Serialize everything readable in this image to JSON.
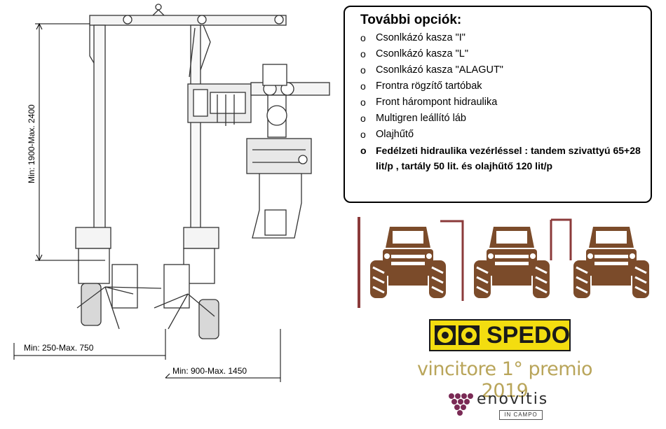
{
  "options": {
    "title": "További opciók:",
    "items": [
      "Csonlkázó kasza \"I\"",
      "Csonlkázó kasza \"L\"",
      "Csonlkázó kasza \"ALAGUT\"",
      "Frontra rögzítő tartóbak",
      "Front hárompont hidraulika",
      "Multigren leállító láb",
      "Olajhűtő"
    ],
    "bold_item": "Fedélzeti hidraulika vezérléssel : tandem szivattyú 65+28 lit/p ,  tartály  50 lit. és olajhűtő 120 lit/p"
  },
  "dimensions": {
    "height": "Min: 1900-Max. 2400",
    "width_small": "Min: 250-Max. 750",
    "width_large": "Min: 900-Max. 1450"
  },
  "logos": {
    "spedo": "SPEDO",
    "award": "vincitore 1° premio 2019",
    "enovitis": "enovitis",
    "enovitis_sub": "IN CAMPO"
  },
  "colors": {
    "tractor": "#7b4b2a",
    "frame_line": "#8b3a3a",
    "spedo_yellow": "#f3dd10",
    "award_text": "#b9a55a",
    "grape": "#7a2a55"
  }
}
